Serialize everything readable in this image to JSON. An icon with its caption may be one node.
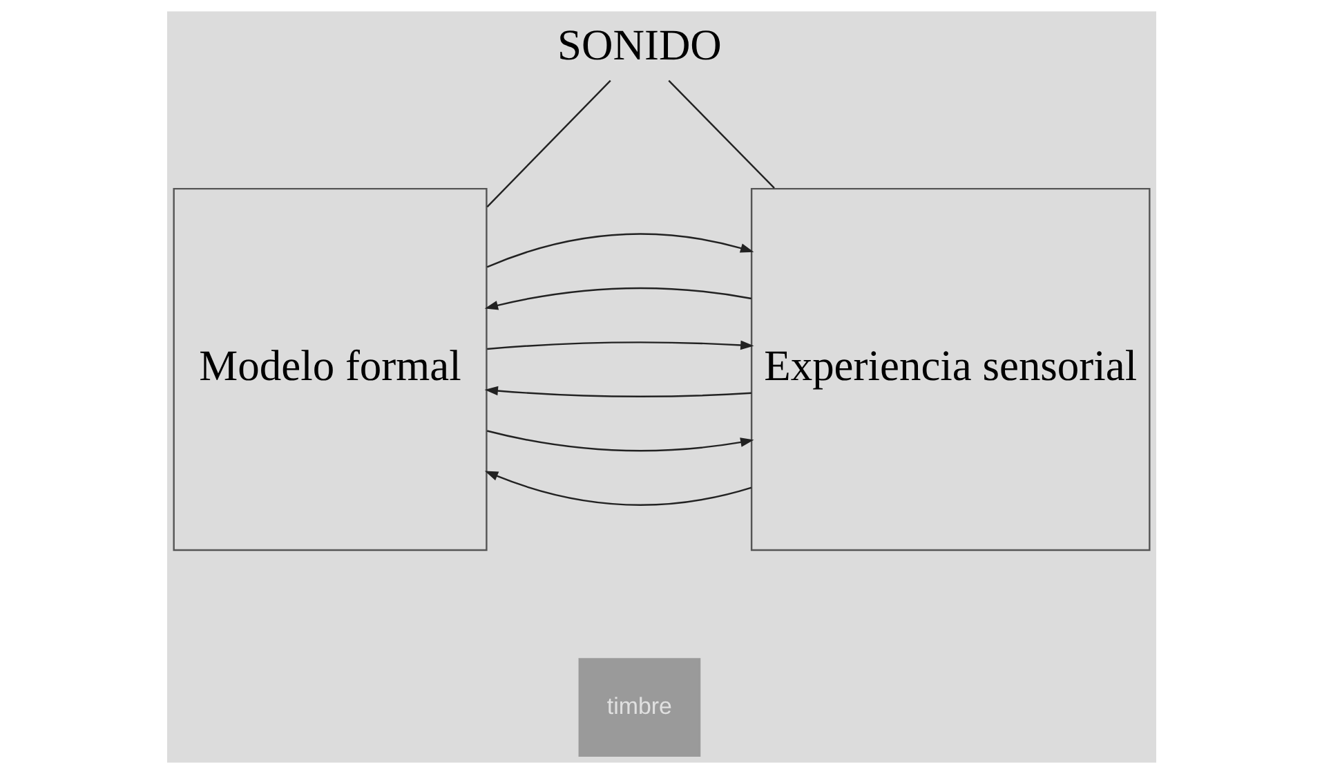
{
  "diagram": {
    "nodes": [
      {
        "text": [
          "SONIDO"
        ]
      },
      {
        "text": [
          "Modelo formal"
        ]
      },
      {
        "text": [
          "Experiencia sensorial"
        ]
      }
    ],
    "edges": [
      {
        "from": 0,
        "to": 1,
        "arrow": "none"
      },
      {
        "from": 0,
        "to": 2,
        "arrow": "none"
      },
      {
        "from": 2,
        "to": 1,
        "arrow": "to"
      },
      {
        "from": 1,
        "to": 2,
        "arrow": "to"
      },
      {
        "from": 2,
        "to": 1,
        "arrow": "to"
      },
      {
        "from": 1,
        "to": 2,
        "arrow": "to"
      },
      {
        "from": 2,
        "to": 1,
        "arrow": "to"
      },
      {
        "from": 1,
        "to": 2,
        "arrow": "to"
      }
    ],
    "labels": [
      "timbre"
    ]
  }
}
